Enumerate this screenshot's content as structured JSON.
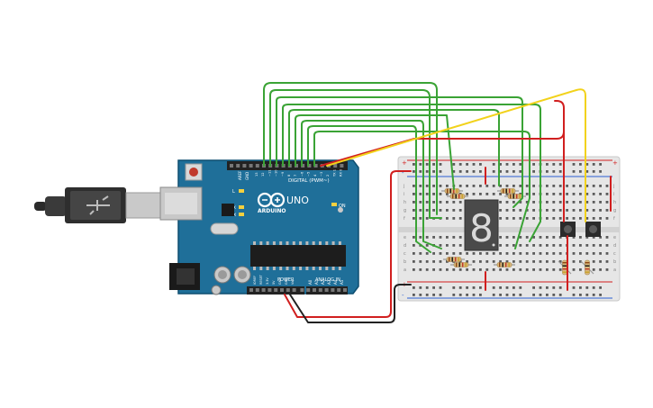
{
  "canvas": {
    "background": "#ffffff"
  },
  "arduino": {
    "logo_text": "ARDUINO",
    "model": "UNO",
    "header_digital": "DIGITAL (PWM~)",
    "header_power": "POWER",
    "header_analog": "ANALOG IN",
    "label_tx": "TX",
    "label_rx": "RX",
    "label_l": "L",
    "label_on": "ON",
    "label_aref": "AREF",
    "label_gnd": "GND",
    "board_color": "#1f6f99",
    "digital_pins": [
      "13",
      "12",
      "~11",
      "~10",
      "~9",
      "8",
      "7",
      "~6",
      "~5",
      "4",
      "~3",
      "2",
      "TX 1",
      "RX 0"
    ],
    "power_pins": [
      "IOREF",
      "RESET",
      "3.3V",
      "5V",
      "GND",
      "GND",
      "Vin"
    ],
    "analog_pins": [
      "A0",
      "A1",
      "A2",
      "A3",
      "A4",
      "A5"
    ]
  },
  "breadboard": {
    "rail_plus": "+",
    "rail_minus": "-",
    "row_letters_top": [
      "j",
      "i",
      "h",
      "g",
      "f"
    ],
    "row_letters_bottom": [
      "e",
      "d",
      "c",
      "b",
      "a"
    ]
  },
  "seven_segment": {
    "digit": "8",
    "color": "#d9d9d9"
  },
  "wire_colors": {
    "green": "#3aa335",
    "red": "#d11f1f",
    "yellow": "#f2d21b",
    "black": "#222222"
  },
  "components": {
    "resistors": 8,
    "pushbuttons": 2
  }
}
